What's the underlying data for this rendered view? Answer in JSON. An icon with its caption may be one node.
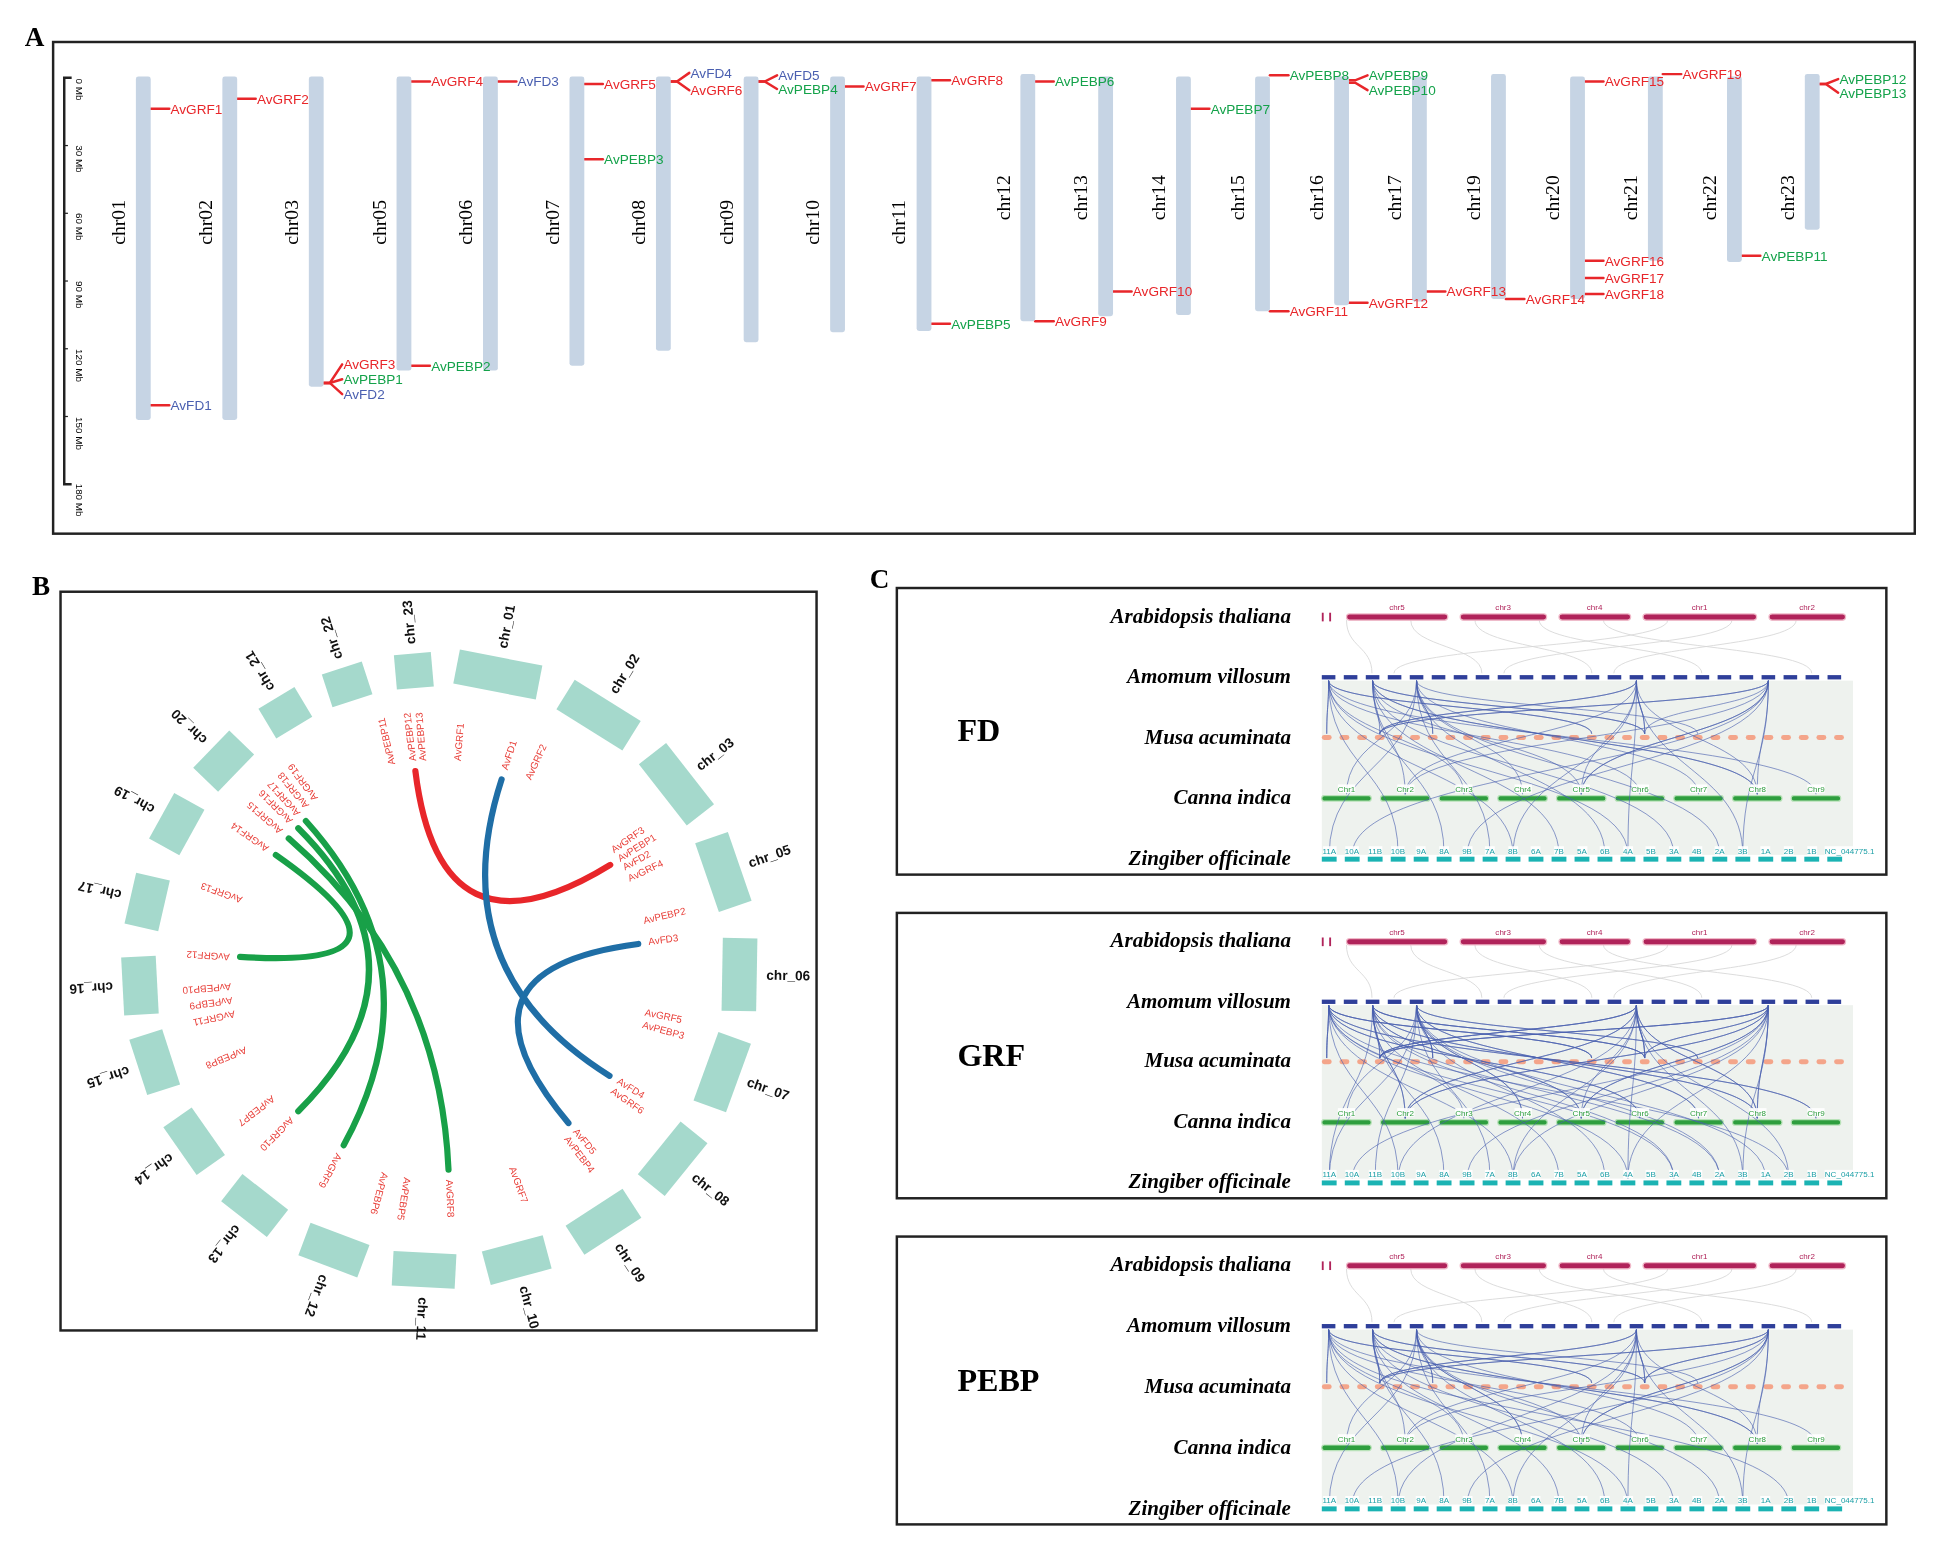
{
  "diagram": {
    "nodes": [
      {
        "text": [
          "A"
        ]
      },
      {
        "text": [
          "chr01"
        ],
        "in": 0
      },
      {
        "text": [
          "chr02"
        ],
        "in": 0
      },
      {
        "text": [
          "chr03"
        ],
        "in": 0
      },
      {
        "text": [
          "chr05"
        ],
        "in": 0
      },
      {
        "text": [
          "chr06"
        ],
        "in": 0
      },
      {
        "text": [
          "chr07"
        ],
        "in": 0
      },
      {
        "text": [
          "chr08"
        ],
        "in": 0
      },
      {
        "text": [
          "chr09"
        ],
        "in": 0
      },
      {
        "text": [
          "chr10"
        ],
        "in": 0
      },
      {
        "text": [
          "chr11"
        ],
        "in": 0
      },
      {
        "text": [
          "chr12"
        ],
        "in": 0
      },
      {
        "text": [
          "chr13"
        ],
        "in": 0
      },
      {
        "text": [
          "chr14"
        ],
        "in": 0
      },
      {
        "text": [
          "chr15"
        ],
        "in": 0
      },
      {
        "text": [
          "chr16"
        ],
        "in": 0
      },
      {
        "text": [
          "chr17"
        ],
        "in": 0
      },
      {
        "text": [
          "chr19"
        ],
        "in": 0
      },
      {
        "text": [
          "chr20"
        ],
        "in": 0
      },
      {
        "text": [
          "chr21"
        ],
        "in": 0
      },
      {
        "text": [
          "chr22"
        ],
        "in": 0
      },
      {
        "text": [
          "chr23"
        ],
        "in": 0
      },
      {
        "text": [
          "AvGRF1"
        ],
        "in": 0
      },
      {
        "text": [
          "AvFD1"
        ],
        "in": 0
      },
      {
        "text": [
          "AvGRF2"
        ],
        "in": 0
      },
      {
        "text": [
          "AvGRF3"
        ],
        "in": 0
      },
      {
        "text": [
          "AvPEBP1"
        ],
        "in": 0
      },
      {
        "text": [
          "AvFD2"
        ],
        "in": 0
      },
      {
        "text": [
          "AvGRF4"
        ],
        "in": 0
      },
      {
        "text": [
          "AvPEBP2"
        ],
        "in": 0
      },
      {
        "text": [
          "AvFD3"
        ],
        "in": 0
      },
      {
        "text": [
          "AvGRF5"
        ],
        "in": 0
      },
      {
        "text": [
          "AvPEBP3"
        ],
        "in": 0
      },
      {
        "text": [
          "AvFD4"
        ],
        "in": 0
      },
      {
        "text": [
          "AvGRF6"
        ],
        "in": 0
      },
      {
        "text": [
          "AvFD5"
        ],
        "in": 0
      },
      {
        "text": [
          "AvPEBP4"
        ],
        "in": 0
      },
      {
        "text": [
          "AvGRF7"
        ],
        "in": 0
      },
      {
        "text": [
          "AvGRF8"
        ],
        "in": 0
      },
      {
        "text": [
          "AvPEBP5"
        ],
        "in": 0
      },
      {
        "text": [
          "AvPEBP6"
        ],
        "in": 0
      },
      {
        "text": [
          "AvGRF9"
        ],
        "in": 0
      },
      {
        "text": [
          "AvGRF10"
        ],
        "in": 0
      },
      {
        "text": [
          "AvPEBP7"
        ],
        "in": 0
      },
      {
        "text": [
          "AvPEBP8"
        ],
        "in": 0
      },
      {
        "text": [
          "AvGRF11"
        ],
        "in": 0
      },
      {
        "text": [
          "AvPEBP9"
        ],
        "in": 0
      },
      {
        "text": [
          "AvPEBP10"
        ],
        "in": 0
      },
      {
        "text": [
          "AvGRF12"
        ],
        "in": 0
      },
      {
        "text": [
          "AvGRF13"
        ],
        "in": 0
      },
      {
        "text": [
          "AvGRF14"
        ],
        "in": 0
      },
      {
        "text": [
          "AvGRF15"
        ],
        "in": 0
      },
      {
        "text": [
          "AvGRF16"
        ],
        "in": 0
      },
      {
        "text": [
          "AvGRF17"
        ],
        "in": 0
      },
      {
        "text": [
          "AvGRF18"
        ],
        "in": 0
      },
      {
        "text": [
          "AvGRF19"
        ],
        "in": 0
      },
      {
        "text": [
          "AvPEBP11"
        ],
        "in": 0
      },
      {
        "text": [
          "AvPEBP12"
        ],
        "in": 0
      },
      {
        "text": [
          "AvPEBP13"
        ],
        "in": 0
      },
      {
        "text": [
          "B"
        ]
      },
      {
        "text": [
          "chr_01"
        ],
        "in": 59
      },
      {
        "text": [
          "chr_02"
        ],
        "in": 59
      },
      {
        "text": [
          "chr_03"
        ],
        "in": 59
      },
      {
        "text": [
          "chr_05"
        ],
        "in": 59
      },
      {
        "text": [
          "chr_06"
        ],
        "in": 59
      },
      {
        "text": [
          "chr_07"
        ],
        "in": 59
      },
      {
        "text": [
          "chr_08"
        ],
        "in": 59
      },
      {
        "text": [
          "chr_09"
        ],
        "in": 59
      },
      {
        "text": [
          "chr_10"
        ],
        "in": 59
      },
      {
        "text": [
          "chr_11"
        ],
        "in": 59
      },
      {
        "text": [
          "chr_12"
        ],
        "in": 59
      },
      {
        "text": [
          "chr_13"
        ],
        "in": 59
      },
      {
        "text": [
          "chr_14"
        ],
        "in": 59
      },
      {
        "text": [
          "chr_15"
        ],
        "in": 59
      },
      {
        "text": [
          "chr_16"
        ],
        "in": 59
      },
      {
        "text": [
          "chr_17"
        ],
        "in": 59
      },
      {
        "text": [
          "chr_19"
        ],
        "in": 59
      },
      {
        "text": [
          "chr_20"
        ],
        "in": 59
      },
      {
        "text": [
          "chr_21"
        ],
        "in": 59
      },
      {
        "text": [
          "chr_22"
        ],
        "in": 59
      },
      {
        "text": [
          "chr_23"
        ],
        "in": 59
      },
      {
        "text": [
          "AvPEBP11"
        ],
        "in": 59
      },
      {
        "text": [
          "AvPEBP12"
        ],
        "in": 59
      },
      {
        "text": [
          "AvPEBP13"
        ],
        "in": 59
      },
      {
        "text": [
          "AvGRF1"
        ],
        "in": 59
      },
      {
        "text": [
          "AvFD1"
        ],
        "in": 59
      },
      {
        "text": [
          "AvGRF2"
        ],
        "in": 59
      },
      {
        "text": [
          "AvGRF3"
        ],
        "in": 59
      },
      {
        "text": [
          "AvPEBP1"
        ],
        "in": 59
      },
      {
        "text": [
          "AvFD2"
        ],
        "in": 59
      },
      {
        "text": [
          "AvGRF4"
        ],
        "in": 59
      },
      {
        "text": [
          "AvPEBP2"
        ],
        "in": 59
      },
      {
        "text": [
          "AvFD3"
        ],
        "in": 59
      },
      {
        "text": [
          "AvGRF5"
        ],
        "in": 59
      },
      {
        "text": [
          "AvPEBP3"
        ],
        "in": 59
      },
      {
        "text": [
          "AvFD4"
        ],
        "in": 59
      },
      {
        "text": [
          "AvGRF6"
        ],
        "in": 59
      },
      {
        "text": [
          "AvFD5"
        ],
        "in": 59
      },
      {
        "text": [
          "AvPEBP4"
        ],
        "in": 59
      },
      {
        "text": [
          "AvGRF7"
        ],
        "in": 59
      },
      {
        "text": [
          "AvGRF8"
        ],
        "in": 59
      },
      {
        "text": [
          "AvPEBP5"
        ],
        "in": 59
      },
      {
        "text": [
          "AvPEBP6"
        ],
        "in": 59
      },
      {
        "text": [
          "AvGRF9"
        ],
        "in": 59
      },
      {
        "text": [
          "AvGRF10"
        ],
        "in": 59
      },
      {
        "text": [
          "AvPEBP7"
        ],
        "in": 59
      },
      {
        "text": [
          "AvPEBP8"
        ],
        "in": 59
      },
      {
        "text": [
          "AvGRF11"
        ],
        "in": 59
      },
      {
        "text": [
          "AvPEBP9"
        ],
        "in": 59
      },
      {
        "text": [
          "AvPEBP10"
        ],
        "in": 59
      },
      {
        "text": [
          "AvGRF12"
        ],
        "in": 59
      },
      {
        "text": [
          "AvGRF13"
        ],
        "in": 59
      },
      {
        "text": [
          "AvGRF14"
        ],
        "in": 59
      },
      {
        "text": [
          "AvGRF15"
        ],
        "in": 59
      },
      {
        "text": [
          "AvGRF16"
        ],
        "in": 59
      },
      {
        "text": [
          "AvGRF17"
        ],
        "in": 59
      },
      {
        "text": [
          "AvGRF18"
        ],
        "in": 59
      },
      {
        "text": [
          "AvGRF19"
        ],
        "in": 59
      },
      {
        "text": [
          "FD",
          "Arabidopsis thaliana",
          "Amomum villosum",
          "Musa acuminata",
          "Canna indica",
          "Zingiber officinale"
        ]
      },
      {
        "text": [
          "GRF",
          "Arabidopsis thaliana",
          "Amomum villosum",
          "Musa acuminata",
          "Canna indica",
          "Zingiber officinale"
        ]
      },
      {
        "text": [
          "PEBP",
          "Arabidopsis thaliana",
          "Amomum villosum",
          "Musa acuminata",
          "Canna indica",
          "Zingiber officinale"
        ]
      }
    ],
    "edges": [
      {
        "from": 22,
        "to": 1,
        "arrow": "none"
      },
      {
        "from": 23,
        "to": 1,
        "arrow": "none"
      },
      {
        "from": 24,
        "to": 2,
        "arrow": "none"
      },
      {
        "from": 25,
        "to": 3,
        "arrow": "none"
      },
      {
        "from": 26,
        "to": 3,
        "arrow": "none"
      },
      {
        "from": 27,
        "to": 3,
        "arrow": "none"
      },
      {
        "from": 28,
        "to": 4,
        "arrow": "none"
      },
      {
        "from": 29,
        "to": 4,
        "arrow": "none"
      },
      {
        "from": 30,
        "to": 5,
        "arrow": "none"
      },
      {
        "from": 31,
        "to": 6,
        "arrow": "none"
      },
      {
        "from": 32,
        "to": 6,
        "arrow": "none"
      },
      {
        "from": 33,
        "to": 7,
        "arrow": "none"
      },
      {
        "from": 34,
        "to": 7,
        "arrow": "none"
      },
      {
        "from": 35,
        "to": 8,
        "arrow": "none"
      },
      {
        "from": 36,
        "to": 8,
        "arrow": "none"
      },
      {
        "from": 37,
        "to": 9,
        "arrow": "none"
      },
      {
        "from": 38,
        "to": 10,
        "arrow": "none"
      },
      {
        "from": 39,
        "to": 10,
        "arrow": "none"
      },
      {
        "from": 40,
        "to": 11,
        "arrow": "none"
      },
      {
        "from": 41,
        "to": 11,
        "arrow": "none"
      },
      {
        "from": 42,
        "to": 12,
        "arrow": "none"
      },
      {
        "from": 43,
        "to": 13,
        "arrow": "none"
      },
      {
        "from": 44,
        "to": 14,
        "arrow": "none"
      },
      {
        "from": 45,
        "to": 14,
        "arrow": "none"
      },
      {
        "from": 46,
        "to": 15,
        "arrow": "none"
      },
      {
        "from": 47,
        "to": 15,
        "arrow": "none"
      },
      {
        "from": 48,
        "to": 15,
        "arrow": "none"
      },
      {
        "from": 49,
        "to": 16,
        "arrow": "none"
      },
      {
        "from": 50,
        "to": 17,
        "arrow": "none"
      },
      {
        "from": 51,
        "to": 18,
        "arrow": "none"
      },
      {
        "from": 52,
        "to": 18,
        "arrow": "none"
      },
      {
        "from": 53,
        "to": 18,
        "arrow": "none"
      },
      {
        "from": 54,
        "to": 18,
        "arrow": "none"
      },
      {
        "from": 55,
        "to": 19,
        "arrow": "none"
      },
      {
        "from": 56,
        "to": 20,
        "arrow": "none"
      },
      {
        "from": 57,
        "to": 21,
        "arrow": "none"
      },
      {
        "from": 58,
        "to": 21,
        "arrow": "none"
      },
      {
        "from": 82,
        "to": 88,
        "arrow": "none",
        "style": "thick"
      },
      {
        "from": 85,
        "to": 95,
        "arrow": "none",
        "style": "thick",
        "color": "#1f6ea6"
      },
      {
        "from": 92,
        "to": 97,
        "arrow": "none",
        "style": "thick",
        "color": "#1f6ea6"
      },
      {
        "from": 112,
        "to": 110,
        "arrow": "none",
        "style": "thick",
        "color": "#18a048"
      },
      {
        "from": 114,
        "to": 104,
        "arrow": "none",
        "style": "thick",
        "color": "#18a048"
      },
      {
        "from": 115,
        "to": 103,
        "arrow": "none",
        "style": "thick",
        "color": "#18a048"
      },
      {
        "from": 113,
        "to": 100,
        "arrow": "none",
        "style": "thick",
        "color": "#18a048"
      }
    ],
    "labels": [
      "0 Mb",
      "30 Mb",
      "60 Mb",
      "90 Mb",
      "120 Mb",
      "150 Mb",
      "180 Mb",
      "C",
      "chr5",
      "chr3",
      "chr4",
      "chr1",
      "chr2",
      "Chr1",
      "Chr2",
      "Chr3",
      "Chr4",
      "Chr5",
      "Chr6",
      "Chr7",
      "Chr8",
      "Chr9",
      "11A",
      "10A",
      "11B",
      "10B",
      "9A",
      "8A",
      "9B",
      "7A",
      "8B",
      "6A",
      "7B",
      "5A",
      "6B",
      "4A",
      "5B",
      "3A",
      "4B",
      "2A",
      "3B",
      "1A",
      "2B",
      "1B",
      "NC_044775.1",
      "chr5",
      "chr3",
      "chr4",
      "chr1",
      "chr2",
      "Chr1",
      "Chr2",
      "Chr3",
      "Chr4",
      "Chr5",
      "Chr6",
      "Chr7",
      "Chr8",
      "Chr9",
      "11A",
      "10A",
      "11B",
      "10B",
      "9A",
      "8A",
      "9B",
      "7A",
      "8B",
      "6A",
      "7B",
      "5A",
      "6B",
      "4A",
      "5B",
      "3A",
      "4B",
      "2A",
      "3B",
      "1A",
      "2B",
      "1B",
      "NC_044775.1",
      "chr5",
      "chr3",
      "chr4",
      "chr1",
      "chr2",
      "Chr1",
      "Chr2",
      "Chr3",
      "Chr4",
      "Chr5",
      "Chr6",
      "Chr7",
      "Chr8",
      "Chr9",
      "11A",
      "10A",
      "11B",
      "10B",
      "9A",
      "8A",
      "9B",
      "7A",
      "8B",
      "6A",
      "7B",
      "5A",
      "6B",
      "4A",
      "5B",
      "3A",
      "4B",
      "2A",
      "3B",
      "1A",
      "2B",
      "1B",
      "NC_044775.1"
    ]
  }
}
